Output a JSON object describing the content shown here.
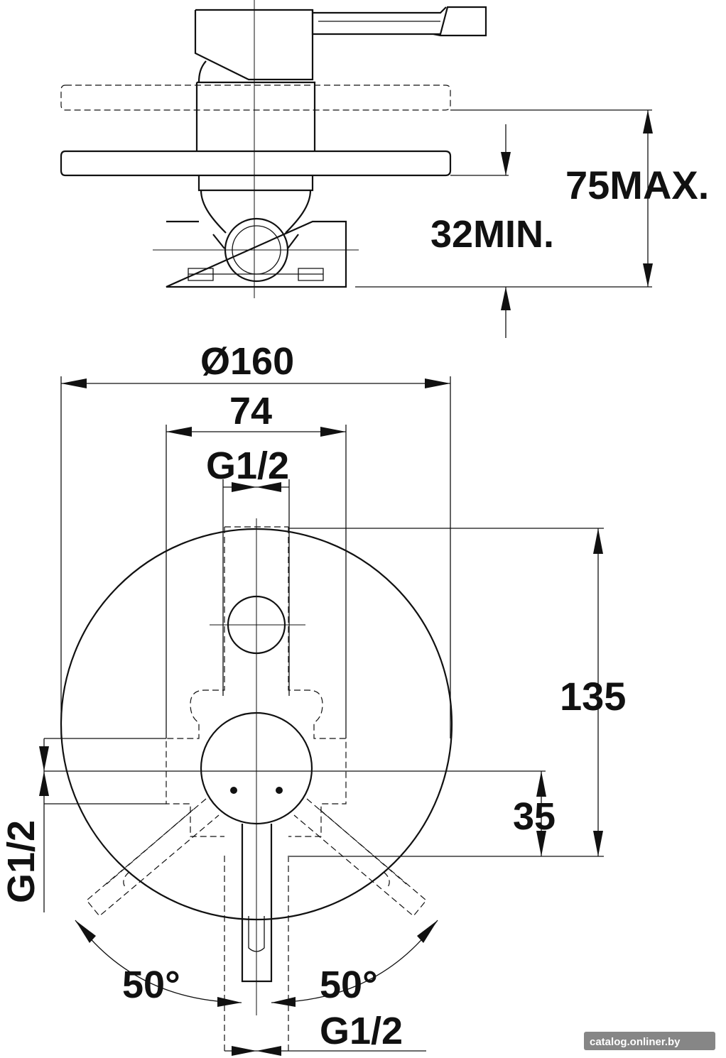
{
  "dimensions": {
    "max_depth": "75MAX.",
    "min_depth": "32MIN.",
    "plate_diameter": "Ø160",
    "body_width": "74",
    "top_outlet": "G1/2",
    "side_inlet": "G1/2",
    "outlet_spacing": "135",
    "inlet_offset": "35",
    "angle_left": "50°",
    "angle_right": "50°",
    "bottom_outlet": "G1/2"
  },
  "watermark": "catalog.onliner.by",
  "colors": {
    "line": "#111111",
    "background": "#ffffff",
    "watermark_bg": "#222222"
  }
}
